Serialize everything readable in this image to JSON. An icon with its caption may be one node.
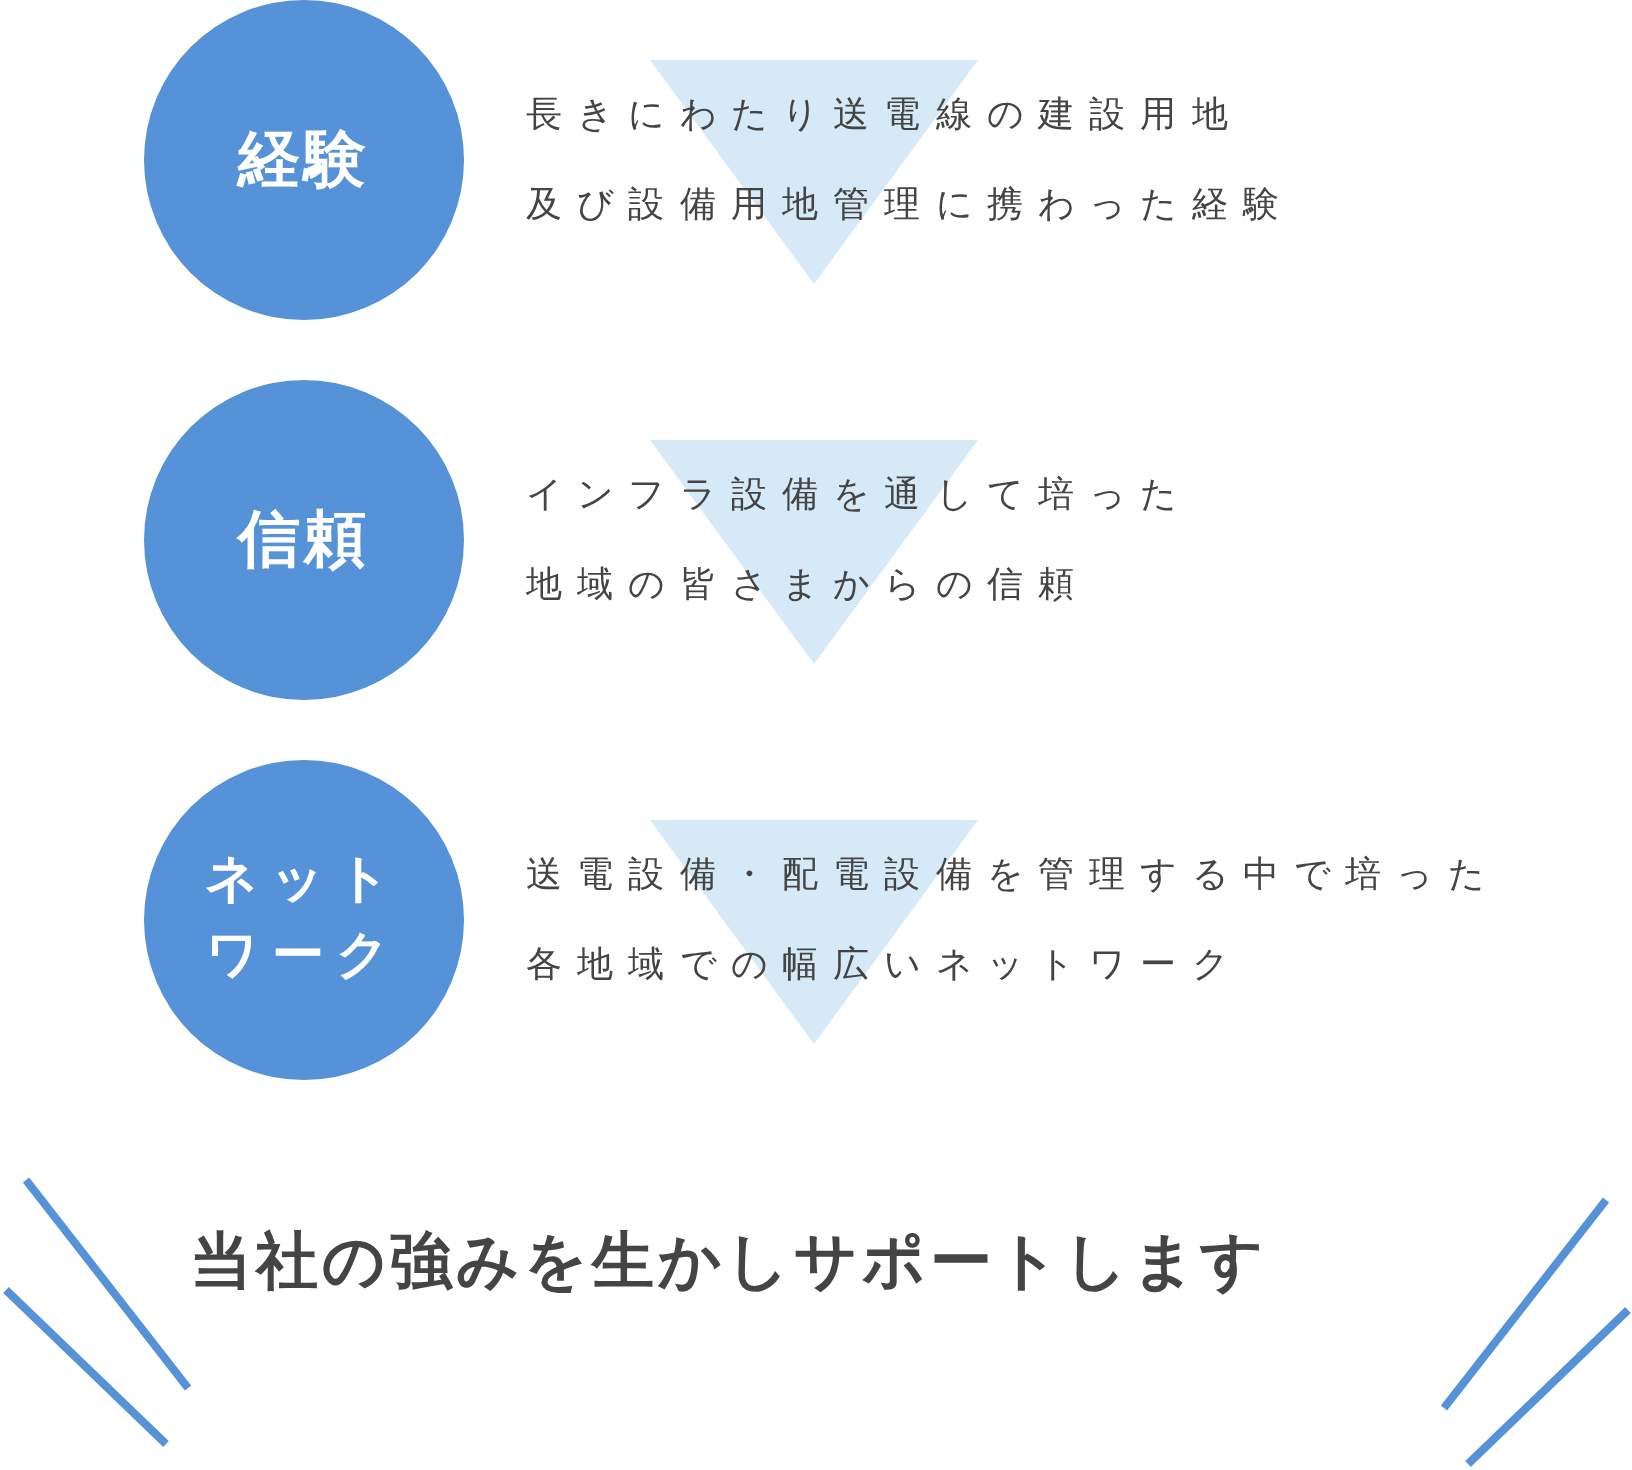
{
  "diagram": {
    "nodes": [
      {
        "text": [
          "経験"
        ],
        "beside": [
          "長きにわたり送電線の建設用地及び設備用地管理に携わった経験"
        ]
      },
      {
        "text": [
          "信頼"
        ],
        "beside": [
          "インフラ設備を通して培った地域の皆さまからの信頼"
        ]
      },
      {
        "text": [
          "ネットワーク"
        ],
        "beside": [
          "送電設備・配電設備を管理する中で培った各地域での幅広いネットワーク"
        ]
      }
    ],
    "edges": [],
    "labels": [
      "当社の強みを生かしサポートします"
    ]
  }
}
